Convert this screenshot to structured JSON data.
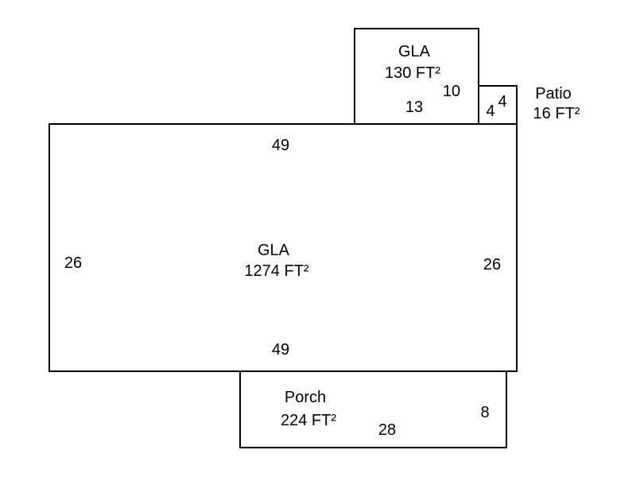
{
  "rooms": {
    "main": {
      "name": "GLA",
      "area": "1274 FT²",
      "top": "49",
      "bottom": "49",
      "left": "26",
      "right": "26"
    },
    "upper": {
      "name": "GLA",
      "area": "130 FT²",
      "width": "13",
      "height": "10"
    },
    "patio": {
      "name": "Patio",
      "area": "16 FT²",
      "width": "4",
      "height": "4"
    },
    "porch": {
      "name": "Porch",
      "area": "224 FT²",
      "width": "28",
      "height": "8"
    }
  }
}
